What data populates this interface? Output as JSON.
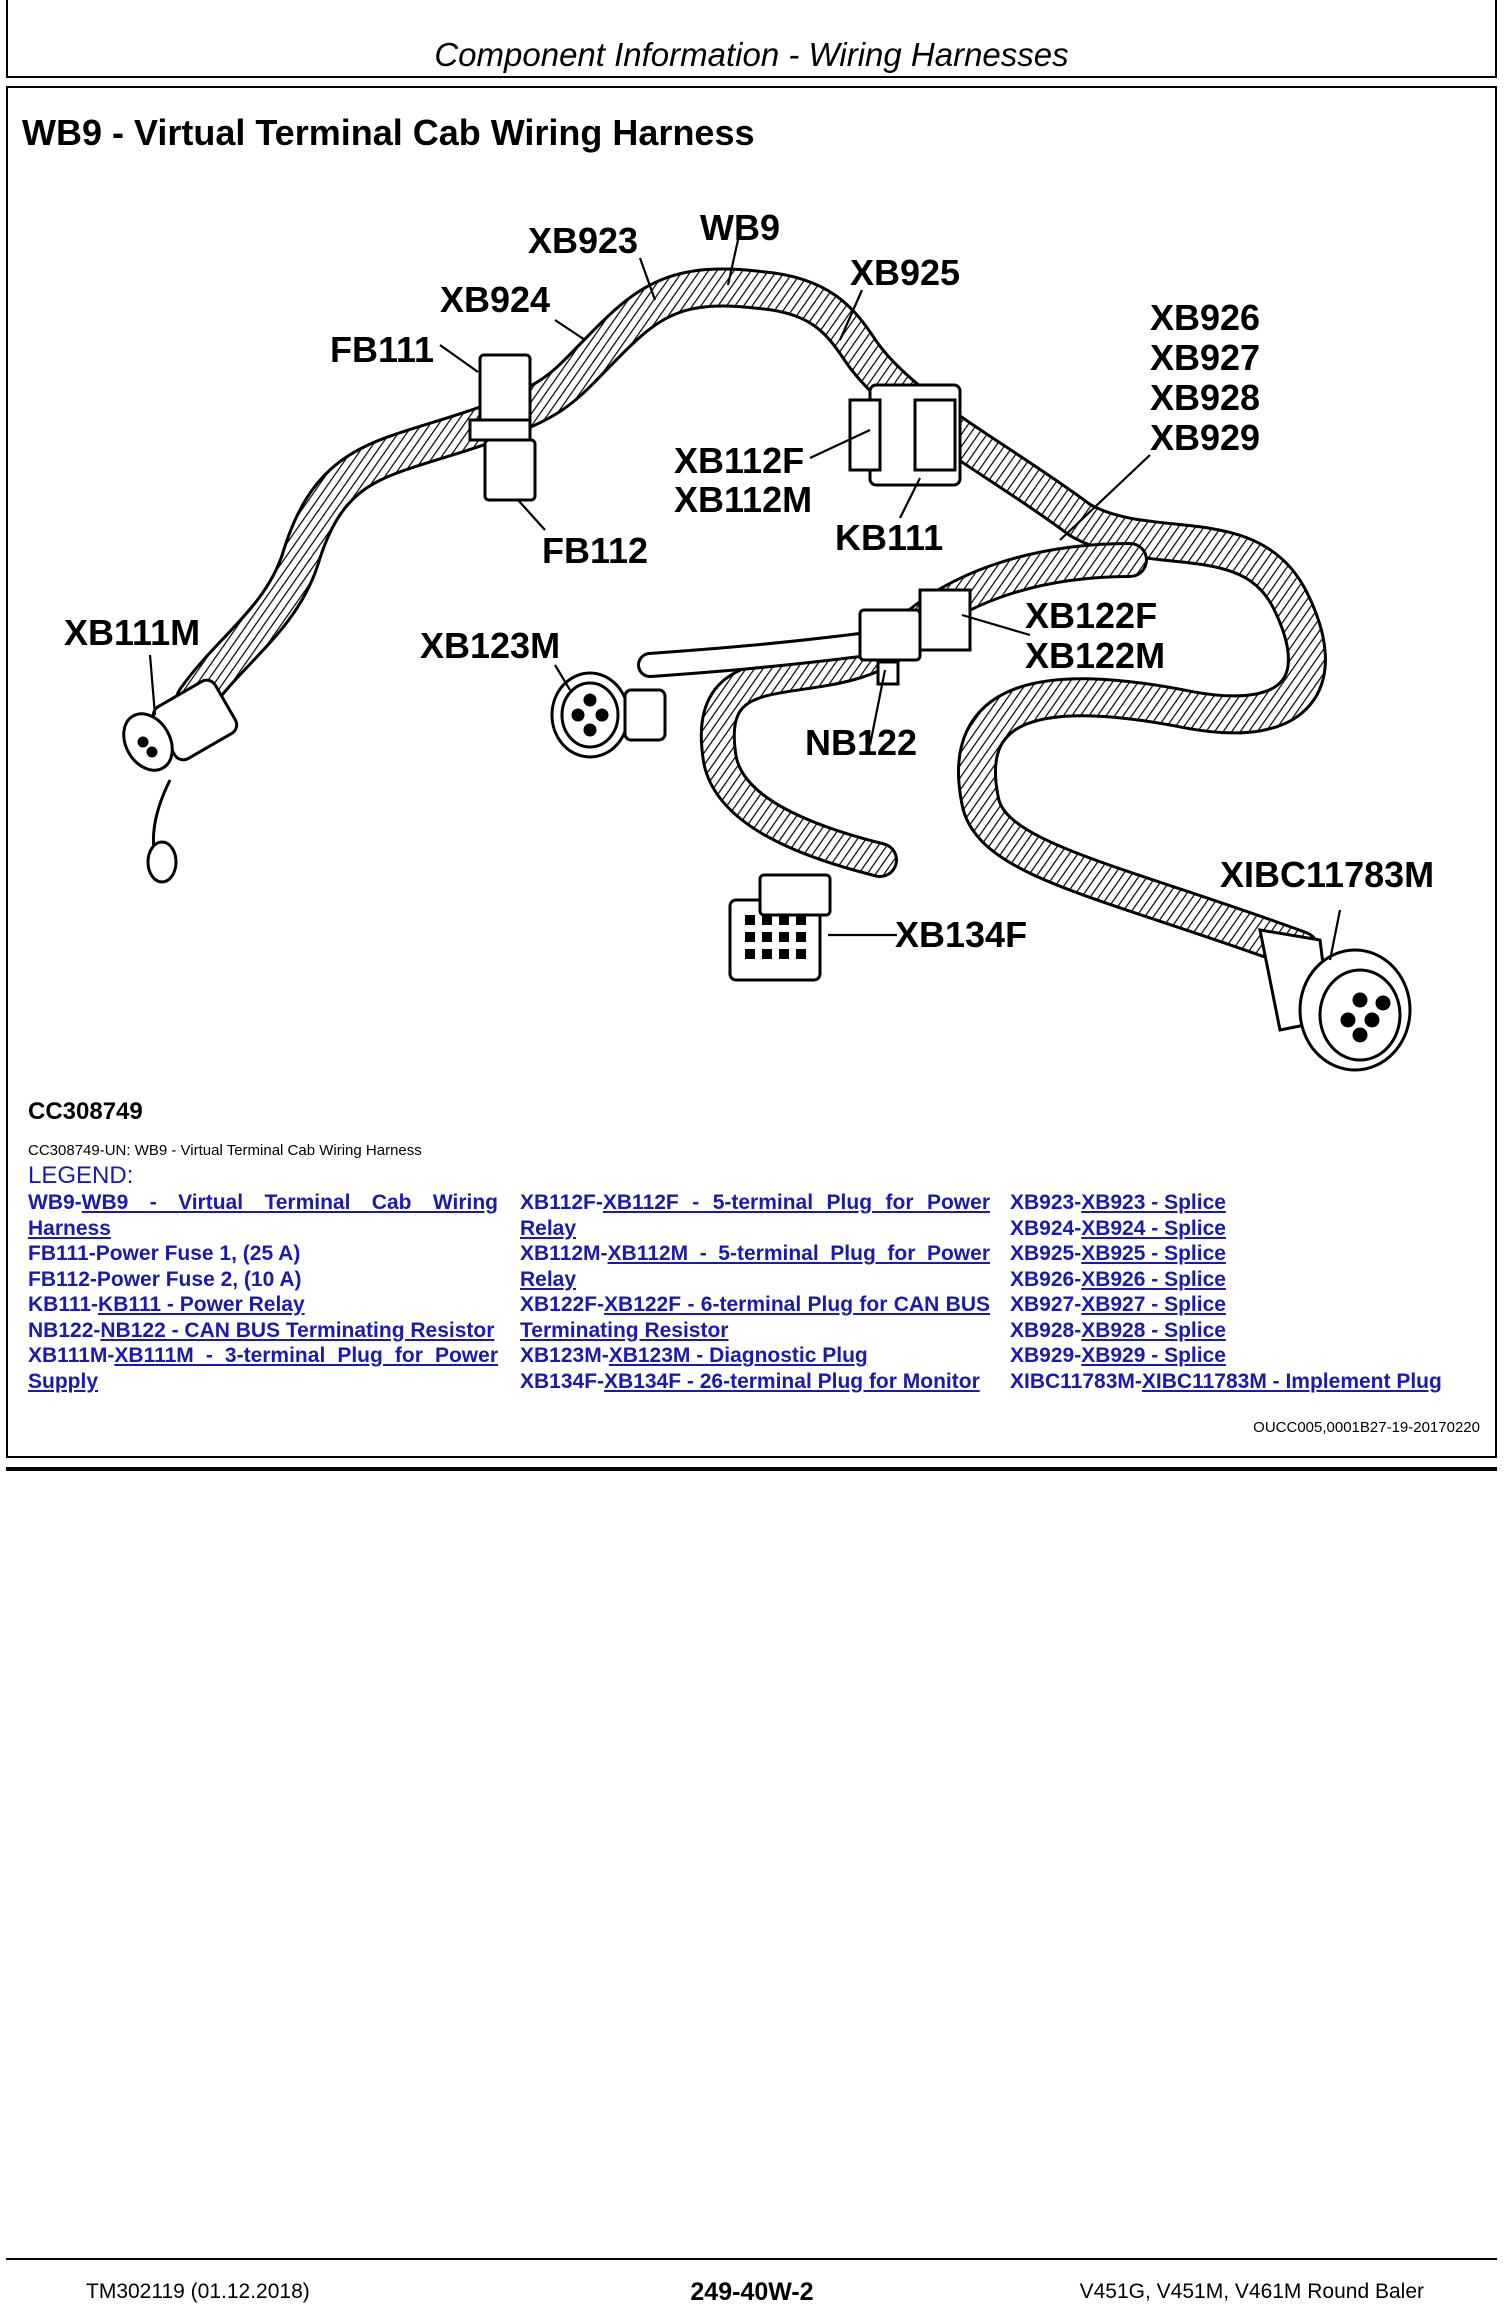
{
  "header": {
    "title": "Component Information - Wiring Harnesses"
  },
  "section": {
    "title": "WB9 - Virtual Terminal Cab Wiring Harness"
  },
  "diagram": {
    "callouts": {
      "xb923": "XB923",
      "wb9": "WB9",
      "xb925": "XB925",
      "xb924": "XB924",
      "fb111": "FB111",
      "xb926": "XB926",
      "xb927": "XB927",
      "xb928": "XB928",
      "xb929": "XB929",
      "xb112f": "XB112F",
      "xb112m": "XB112M",
      "kb111": "KB111",
      "fb112": "FB112",
      "xb111m": "XB111M",
      "xb123m": "XB123M",
      "xb122f": "XB122F",
      "xb122m": "XB122M",
      "nb122": "NB122",
      "xibc11783m": "XIBC11783M",
      "xb134f": "XB134F"
    },
    "figure_id": "CC308749",
    "caption": "CC308749-UN: WB9 - Virtual Terminal Cab Wiring Harness"
  },
  "legend": {
    "title": "LEGEND:",
    "col1": [
      {
        "code": "WB9-",
        "desc": "WB9 - Virtual Terminal Cab Wiring Harness"
      },
      {
        "code": "FB111-",
        "desc": "Power Fuse 1, (25 A)"
      },
      {
        "code": "FB112-",
        "desc": "Power Fuse 2, (10 A)"
      },
      {
        "code": "KB111-",
        "desc": "KB111 - Power Relay"
      },
      {
        "code": "NB122-",
        "desc": "NB122 - CAN BUS Terminating Resistor"
      },
      {
        "code": "XB111M-",
        "desc": "XB111M - 3-terminal Plug for Power Supply"
      }
    ],
    "col2": [
      {
        "code": "XB112F-",
        "desc": "XB112F - 5-terminal Plug for Power Relay"
      },
      {
        "code": "XB112M-",
        "desc": "XB112M - 5-terminal Plug for Power Relay"
      },
      {
        "code": "XB122F-",
        "desc": "XB122F - 6-terminal Plug for CAN BUS Terminating Resistor"
      },
      {
        "code": "XB123M-",
        "desc": "XB123M - Diagnostic Plug"
      },
      {
        "code": "XB134F-",
        "desc": "XB134F - 26-terminal Plug for Monitor"
      }
    ],
    "col3": [
      {
        "code": "XB923-",
        "desc": "XB923 - Splice"
      },
      {
        "code": "XB924-",
        "desc": "XB924 - Splice"
      },
      {
        "code": "XB925-",
        "desc": "XB925 - Splice"
      },
      {
        "code": "XB926-",
        "desc": "XB926 - Splice"
      },
      {
        "code": "XB927-",
        "desc": "XB927 - Splice"
      },
      {
        "code": "XB928-",
        "desc": "XB928 - Splice"
      },
      {
        "code": "XB929-",
        "desc": "XB929 - Splice"
      },
      {
        "code": "XIBC11783M-",
        "desc": "XIBC11783M - Implement Plug"
      }
    ]
  },
  "doc_ref": "OUCC005,0001B27-19-20170220",
  "footer": {
    "left": "TM302119 (01.12.2018)",
    "center": "249-40W-2",
    "right": "V451G, V451M, V461M Round Baler"
  }
}
